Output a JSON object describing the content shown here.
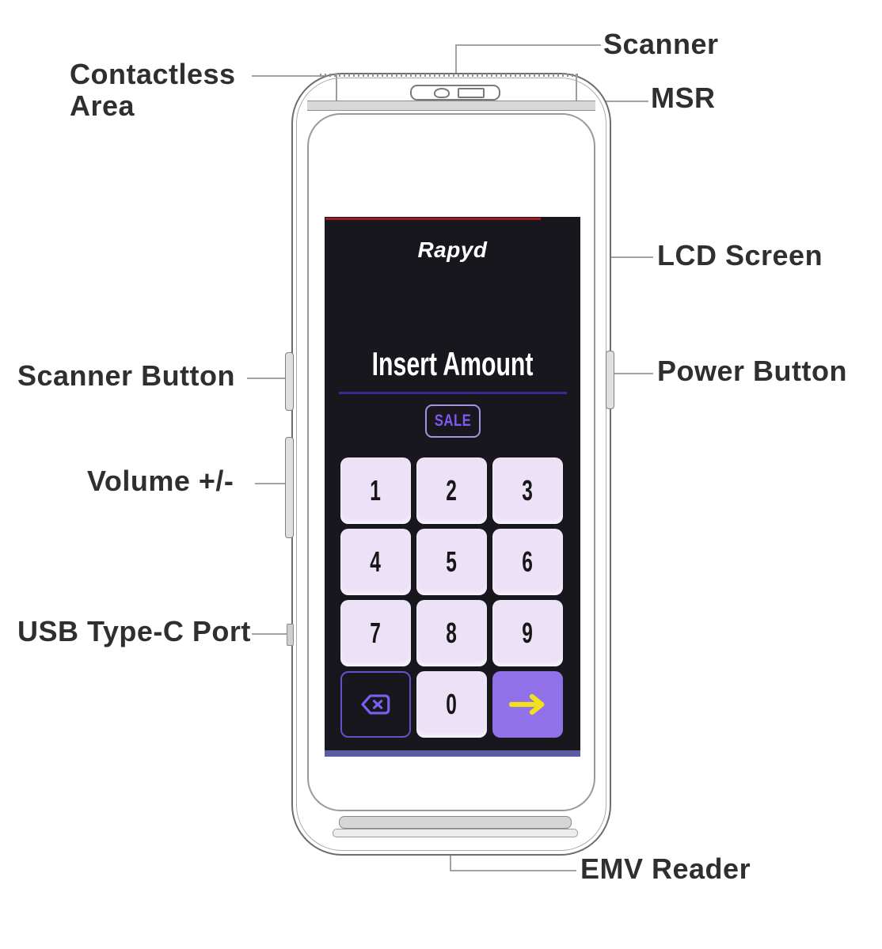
{
  "diagram": {
    "labels": {
      "scanner": "Scanner",
      "contactless_line1": "Contactless",
      "contactless_line2": "Area",
      "msr": "MSR",
      "lcd_screen": "LCD Screen",
      "scanner_button": "Scanner Button",
      "power_button": "Power Button",
      "volume": "Volume +/-",
      "usb_port": "USB Type-C Port",
      "emv_reader": "EMV Reader"
    }
  },
  "screen": {
    "brand": "Rapyd",
    "title": "Insert Amount",
    "sale_button": "SALE",
    "keypad": {
      "digits": [
        "1",
        "2",
        "3",
        "4",
        "5",
        "6",
        "7",
        "8",
        "9"
      ],
      "zero": "0",
      "backspace_icon": "backspace-icon",
      "enter_icon": "arrow-right-icon"
    }
  },
  "colors": {
    "accent_purple": "#8257f0",
    "key_bg": "#ece1f7",
    "enter_bg": "#9171e9",
    "arrow_yellow": "#f2e01c",
    "screen_bg": "#17171d",
    "divider_purple": "#3a2a96",
    "screen_bottom_bar": "#5c5ca6",
    "screen_top_line": "#a11c1c",
    "label_color": "#2f2f2f",
    "line_color": "#a3a3a3"
  }
}
